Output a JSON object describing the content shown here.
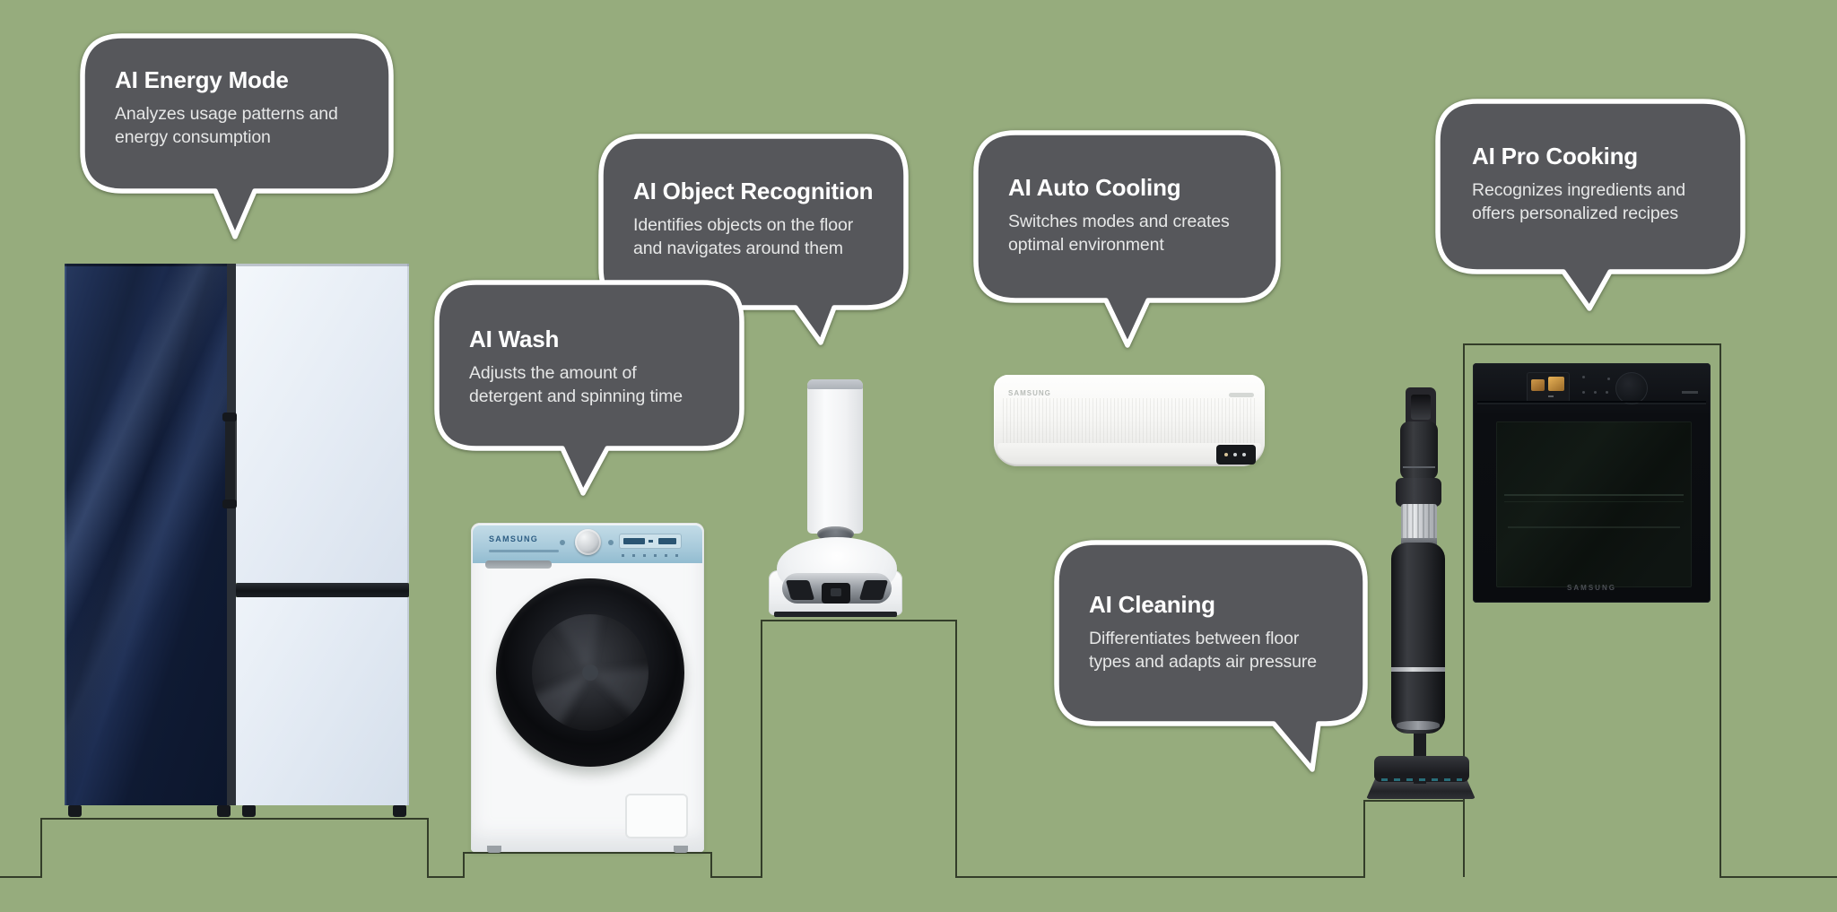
{
  "colors": {
    "background": "#96ac7d",
    "bubble_fill": "#56575b",
    "bubble_border": "#ffffff",
    "floor_outline": "#333d29"
  },
  "bubbles": [
    {
      "title": "AI Energy Mode",
      "description": "Analyzes usage patterns and\nenergy consumption"
    },
    {
      "title": "AI Wash",
      "description": "Adjusts the amount of\ndetergent and spinning time"
    },
    {
      "title": "AI Object Recognition",
      "description": "Identifies objects on the floor\nand navigates around them"
    },
    {
      "title": "AI Auto Cooling",
      "description": "Switches modes and creates\noptimal environment"
    },
    {
      "title": "AI Cleaning",
      "description": "Differentiates between floor\ntypes and adapts air pressure"
    },
    {
      "title": "AI Pro Cooking",
      "description": "Recognizes ingredients and\noffers personalized recipes"
    }
  ],
  "appliances": {
    "washing_machine": {
      "brand": "SAMSUNG"
    },
    "air_conditioner": {
      "brand": "SAMSUNG"
    },
    "oven": {
      "brand": "SAMSUNG"
    }
  }
}
